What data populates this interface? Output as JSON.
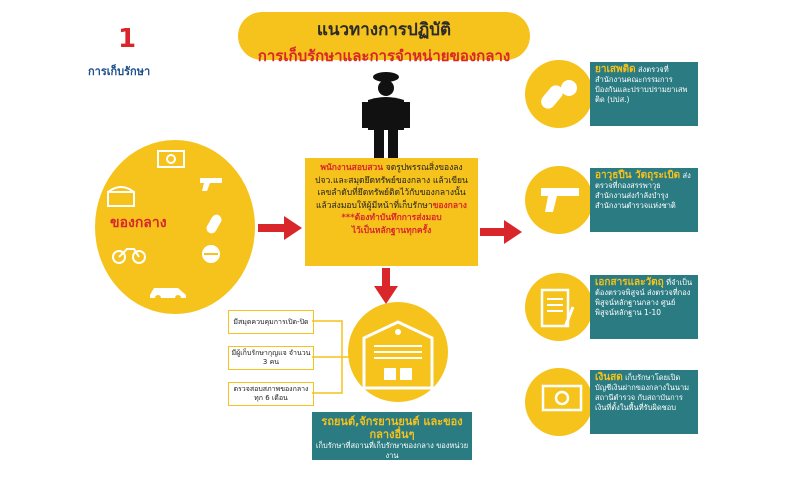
{
  "title": {
    "line1": "แนวทางการปฏิบัติ",
    "line2": "การเก็บรักษาและการจำหน่ายของกลาง"
  },
  "step": {
    "number": "1",
    "label": "การเก็บรักษา"
  },
  "items_label": "ของกลาง",
  "center": {
    "line1_red": "พนักงานสอบสวน",
    "line1_rest": " จดรูปพรรณสิ่งของลง",
    "line2": "ปจว.และสมุดยึดทรัพย์ของกลาง แล้วเขียน",
    "line3": "เลขลำดับที่ยึดทรัพย์ติดไว้กับของกลางนั้น",
    "line4_start": "แล้วส่งมอบให้ผู้มีหน้าที่เก็บรักษา",
    "line4_red": "ของกลาง",
    "line5": "***ต้องทำบันทึกการส่งมอบ",
    "line6": "ไว้เป็นหลักฐานทุกครั้ง"
  },
  "left_boxes": [
    "มีสมุดควบคุมการเปิด-ปิด",
    "มีผู้เก็บรักษากุญแจ จำนวน 3 คน",
    "ตรวจสอบสภาพของกลาง ทุก 6 เดือน"
  ],
  "warehouse": {
    "head": "รถยนต์,จักรยานยนต์ และของกลางอื่นๆ",
    "body": "เก็บรักษาที่สถานที่เก็บรักษาของกลาง ของหน่วยงาน"
  },
  "right_items": [
    {
      "head": "ยาเสพติด",
      "body": "ส่งตรวจที่สำนักงานคณะกรรมการป้องกันและปราบปรามยาเสพติด (ปปส.)",
      "icon": "pills-icon"
    },
    {
      "head": "อาวุธปืน วัตถุระเบิด",
      "body": "ส่งตรวจที่กองสรรพาวุธ สำนักงานส่งกำลังบำรุง สำนักงานตำรวจแห่งชาติ",
      "icon": "gun-icon"
    },
    {
      "head": "เอกสารและวัตถุ",
      "body": "ที่จำเป็นต้องตรวจพิสูจน์ ส่งตรวจที่กองพิสูจน์หลักฐานกลาง ศูนย์พิสูจน์หลักฐาน 1-10",
      "icon": "document-icon"
    },
    {
      "head": "เงินสด",
      "body": "เก็บรักษาโดยเปิดบัญชีเงินฝากของกลางในนามสถานีตำรวจ กับสถาบันการเงินที่ตั้งในพื้นที่รับผิดชอบ",
      "icon": "money-icon"
    }
  ],
  "colors": {
    "yellow": "#f6c21c",
    "red": "#d8262b",
    "teal": "#2b7b82",
    "blue": "#1e4f8c"
  }
}
